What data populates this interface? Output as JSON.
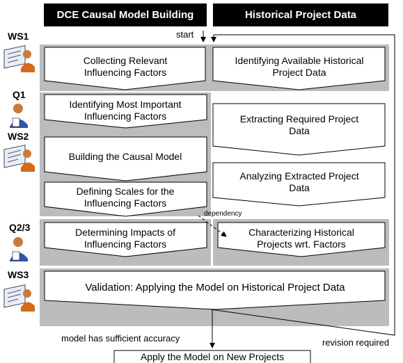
{
  "headers": {
    "left": "DCE Causal Model Building",
    "right": "Historical Project Data"
  },
  "roles": [
    "WS1",
    "Q1",
    "WS2",
    "Q2/3",
    "WS3"
  ],
  "icons": [
    "expert-at-whiteboard-icon",
    "expert-with-questionnaire-icon"
  ],
  "left_steps": [
    "Collecting Relevant Influencing Factors",
    "Identifying Most Important Influencing Factors",
    "Building the Causal Model",
    "Defining Scales for the Influencing Factors",
    "Determining Impacts of Influencing Factors"
  ],
  "right_steps": [
    "Identifying Available Historical Project Data",
    "Extracting Required Project Data",
    "Analyzing Extracted Project Data",
    "Characterizing Historical Projects wrt. Factors"
  ],
  "validation": "Validation: Applying the Model on Historical Project Data",
  "final_step": "Apply the Model on New Projects",
  "labels": {
    "start": "start",
    "dependency": "dependency",
    "accuracy": "model has sufficient accuracy",
    "revision": "revision required"
  },
  "colors": {
    "header_bg": "#000000",
    "band": "#bcbcbc",
    "box_fill": "#ffffff"
  }
}
